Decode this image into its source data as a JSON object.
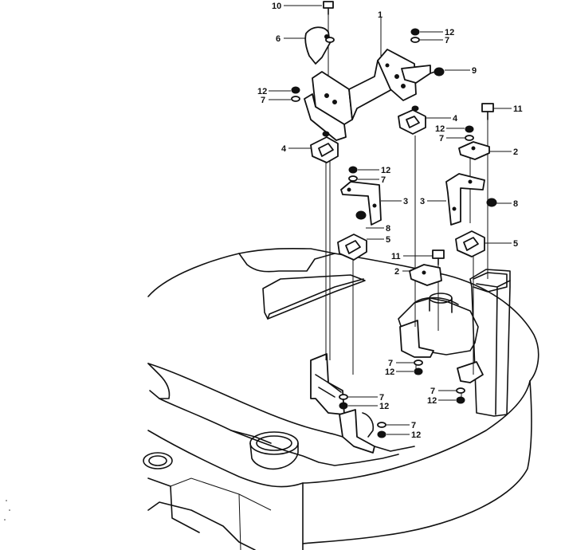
{
  "callouts": [
    {
      "id": "c1",
      "text": "10"
    },
    {
      "id": "c2",
      "text": "1"
    },
    {
      "id": "c3",
      "text": "12"
    },
    {
      "id": "c4",
      "text": "7"
    },
    {
      "id": "c5",
      "text": "6"
    },
    {
      "id": "c6",
      "text": "9"
    },
    {
      "id": "c7",
      "text": "12"
    },
    {
      "id": "c8",
      "text": "7"
    },
    {
      "id": "c9",
      "text": "4"
    },
    {
      "id": "c10",
      "text": "11"
    },
    {
      "id": "c11",
      "text": "12"
    },
    {
      "id": "c12",
      "text": "7"
    },
    {
      "id": "c13",
      "text": "2"
    },
    {
      "id": "c14",
      "text": "4"
    },
    {
      "id": "c15",
      "text": "12"
    },
    {
      "id": "c16",
      "text": "7"
    },
    {
      "id": "c17",
      "text": "3"
    },
    {
      "id": "c18",
      "text": "3"
    },
    {
      "id": "c19",
      "text": "8"
    },
    {
      "id": "c20",
      "text": "8"
    },
    {
      "id": "c21",
      "text": "5"
    },
    {
      "id": "c22",
      "text": "5"
    },
    {
      "id": "c23",
      "text": "11"
    },
    {
      "id": "c24",
      "text": "2"
    },
    {
      "id": "c25",
      "text": "7"
    },
    {
      "id": "c26",
      "text": "12"
    },
    {
      "id": "c27",
      "text": "7"
    },
    {
      "id": "c28",
      "text": "12"
    },
    {
      "id": "c29",
      "text": "7"
    },
    {
      "id": "c30",
      "text": "12"
    },
    {
      "id": "c31",
      "text": "7"
    },
    {
      "id": "c32",
      "text": "12"
    }
  ]
}
